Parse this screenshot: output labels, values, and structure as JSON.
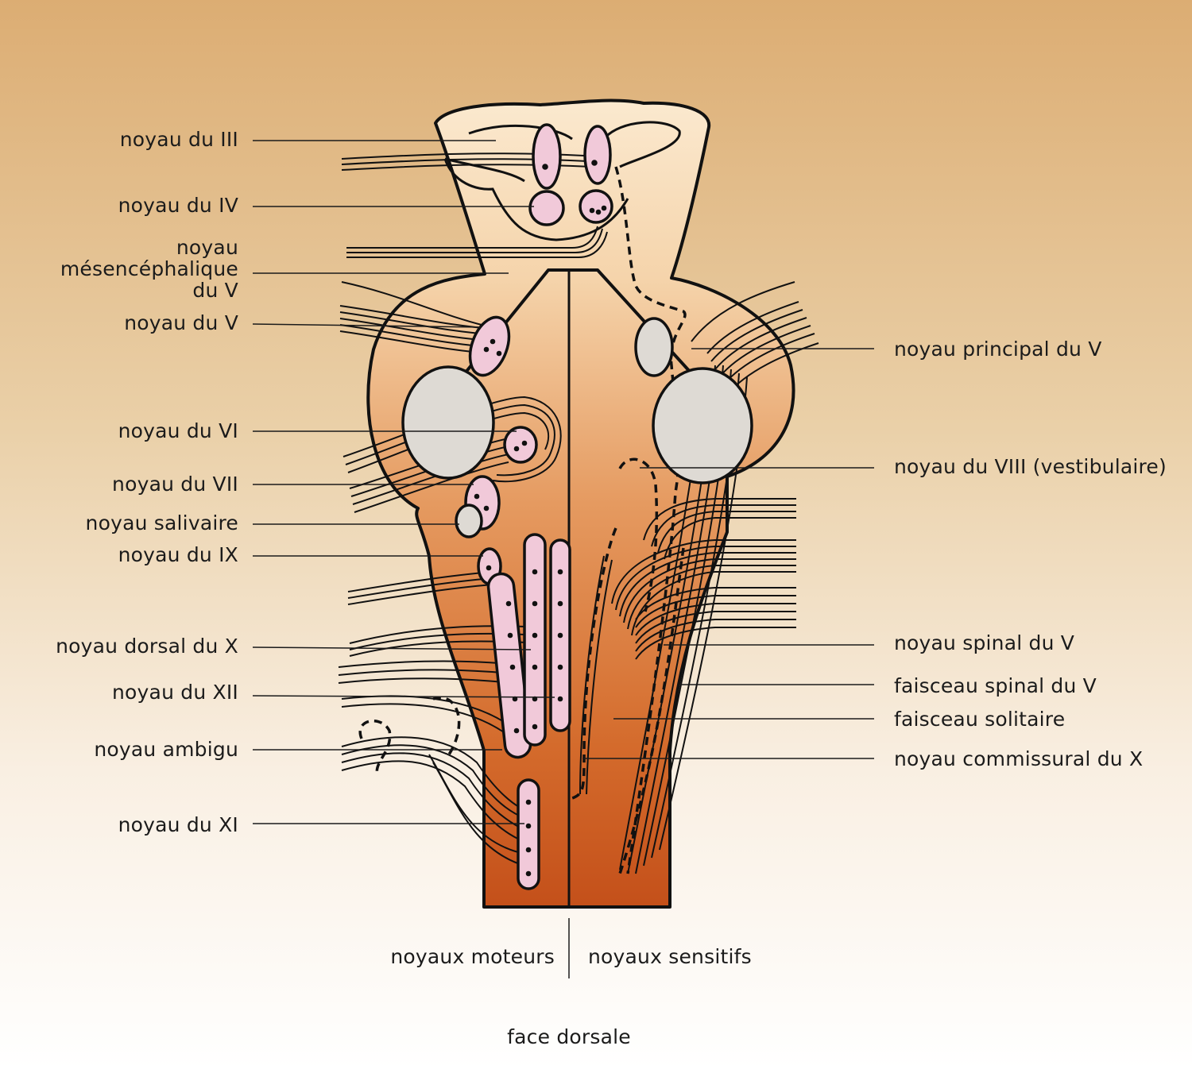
{
  "labels_left": [
    {
      "id": "noyau-du-iii",
      "text": "noyau du III"
    },
    {
      "id": "noyau-du-iv",
      "text": "noyau du IV"
    },
    {
      "id": "noyau-mesencephalique-du-v",
      "text": "noyau\nmésencéphalique\ndu V"
    },
    {
      "id": "noyau-du-v",
      "text": "noyau du V"
    },
    {
      "id": "noyau-du-vi",
      "text": "noyau du VI"
    },
    {
      "id": "noyau-du-vii",
      "text": "noyau du VII"
    },
    {
      "id": "noyau-salivaire",
      "text": "noyau salivaire"
    },
    {
      "id": "noyau-du-ix",
      "text": "noyau du IX"
    },
    {
      "id": "noyau-dorsal-du-x",
      "text": "noyau dorsal du X"
    },
    {
      "id": "noyau-du-xii",
      "text": "noyau du XII"
    },
    {
      "id": "noyau-ambigu",
      "text": "noyau ambigu"
    },
    {
      "id": "noyau-du-xi",
      "text": "noyau du XI"
    }
  ],
  "labels_right": [
    {
      "id": "noyau-principal-du-v",
      "text": "noyau principal du V"
    },
    {
      "id": "noyau-du-viii",
      "text": "noyau du VIII (vestibulaire)"
    },
    {
      "id": "noyau-spinal-du-v",
      "text": "noyau spinal du V"
    },
    {
      "id": "faisceau-spinal-du-v",
      "text": "faisceau spinal du V"
    },
    {
      "id": "faisceau-solitaire",
      "text": "faisceau solitaire"
    },
    {
      "id": "noyau-commissural-du-x",
      "text": "noyau commissural du X"
    }
  ],
  "bottom": {
    "motor": "noyaux moteurs",
    "sensory": "noyaux sensitifs",
    "caption": "face dorsale"
  },
  "colors": {
    "motor_nucleus": "#f1c9d9",
    "sensory_nucleus": "#dedad4",
    "stem_top": "#fae6c8",
    "stem_bottom": "#c8561a"
  }
}
